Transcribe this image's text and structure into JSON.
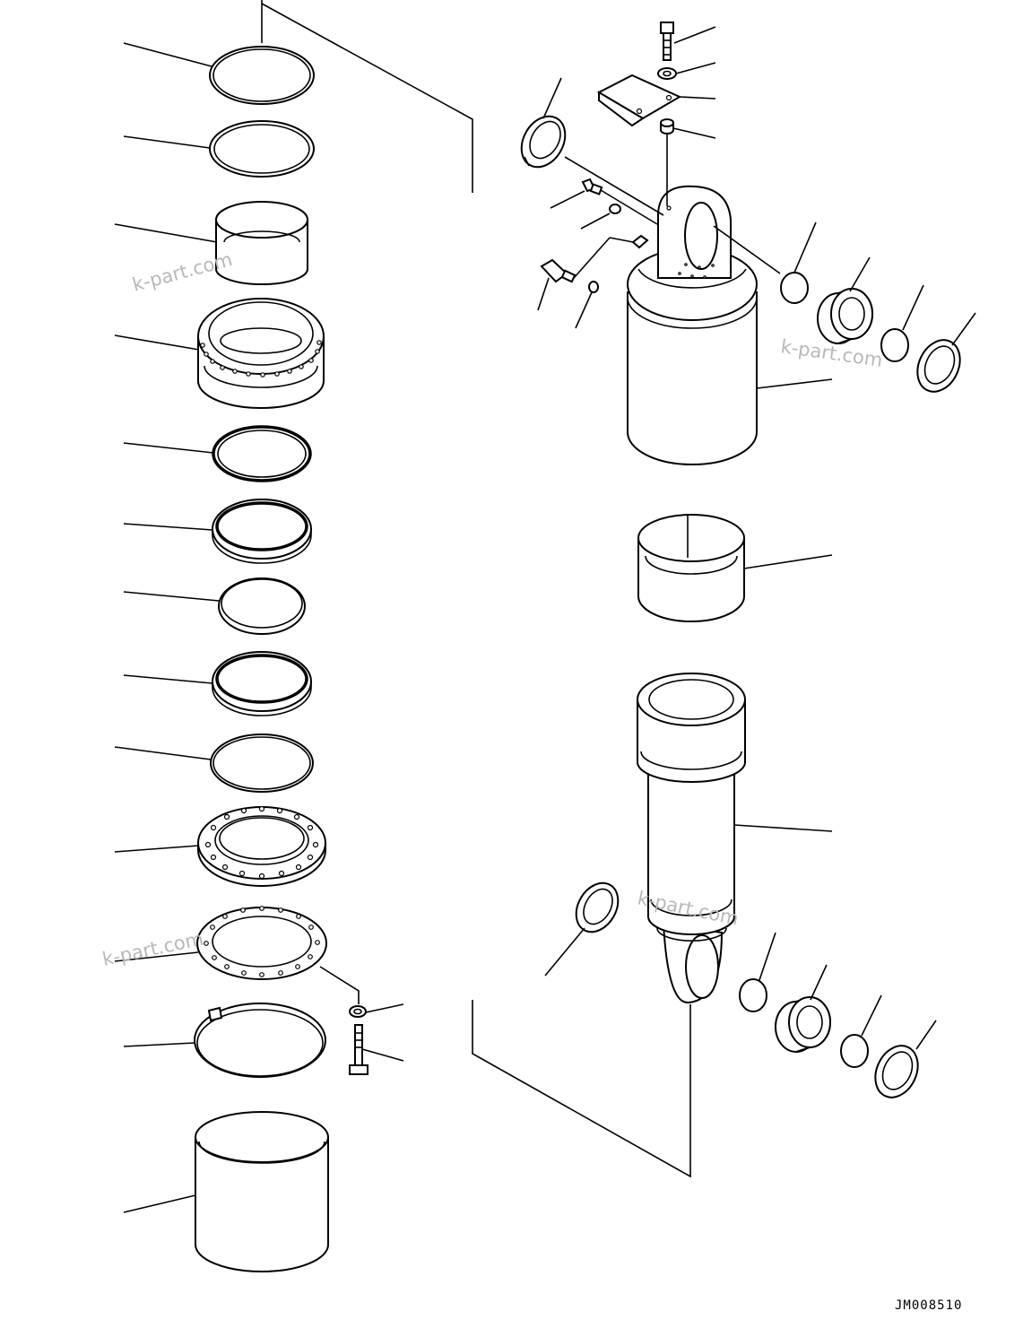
{
  "drawing": {
    "code": "JM008510",
    "watermarks": [
      "k-part.com",
      "k-part.com",
      "k-part.com",
      "k-part.com"
    ]
  },
  "parts": {
    "left_column": [
      "o-ring",
      "o-ring",
      "sleeve",
      "bearing-housing",
      "seal-ring",
      "seal",
      "ring",
      "seal",
      "o-ring",
      "flange",
      "gasket",
      "clamp-band",
      "cover",
      "washer",
      "bolt"
    ],
    "top_assembly": [
      "bolt",
      "washer",
      "plate",
      "bushing",
      "dust-seal",
      "grease-fitting",
      "o-ring",
      "elbow-fitting",
      "o-ring",
      "cylinder-body",
      "shim",
      "spherical-bearing",
      "shim",
      "dust-seal"
    ],
    "middle": [
      "bushing"
    ],
    "bottom_assembly": [
      "piston-rod",
      "dust-seal",
      "shim",
      "spherical-bearing",
      "shim",
      "dust-seal"
    ]
  }
}
